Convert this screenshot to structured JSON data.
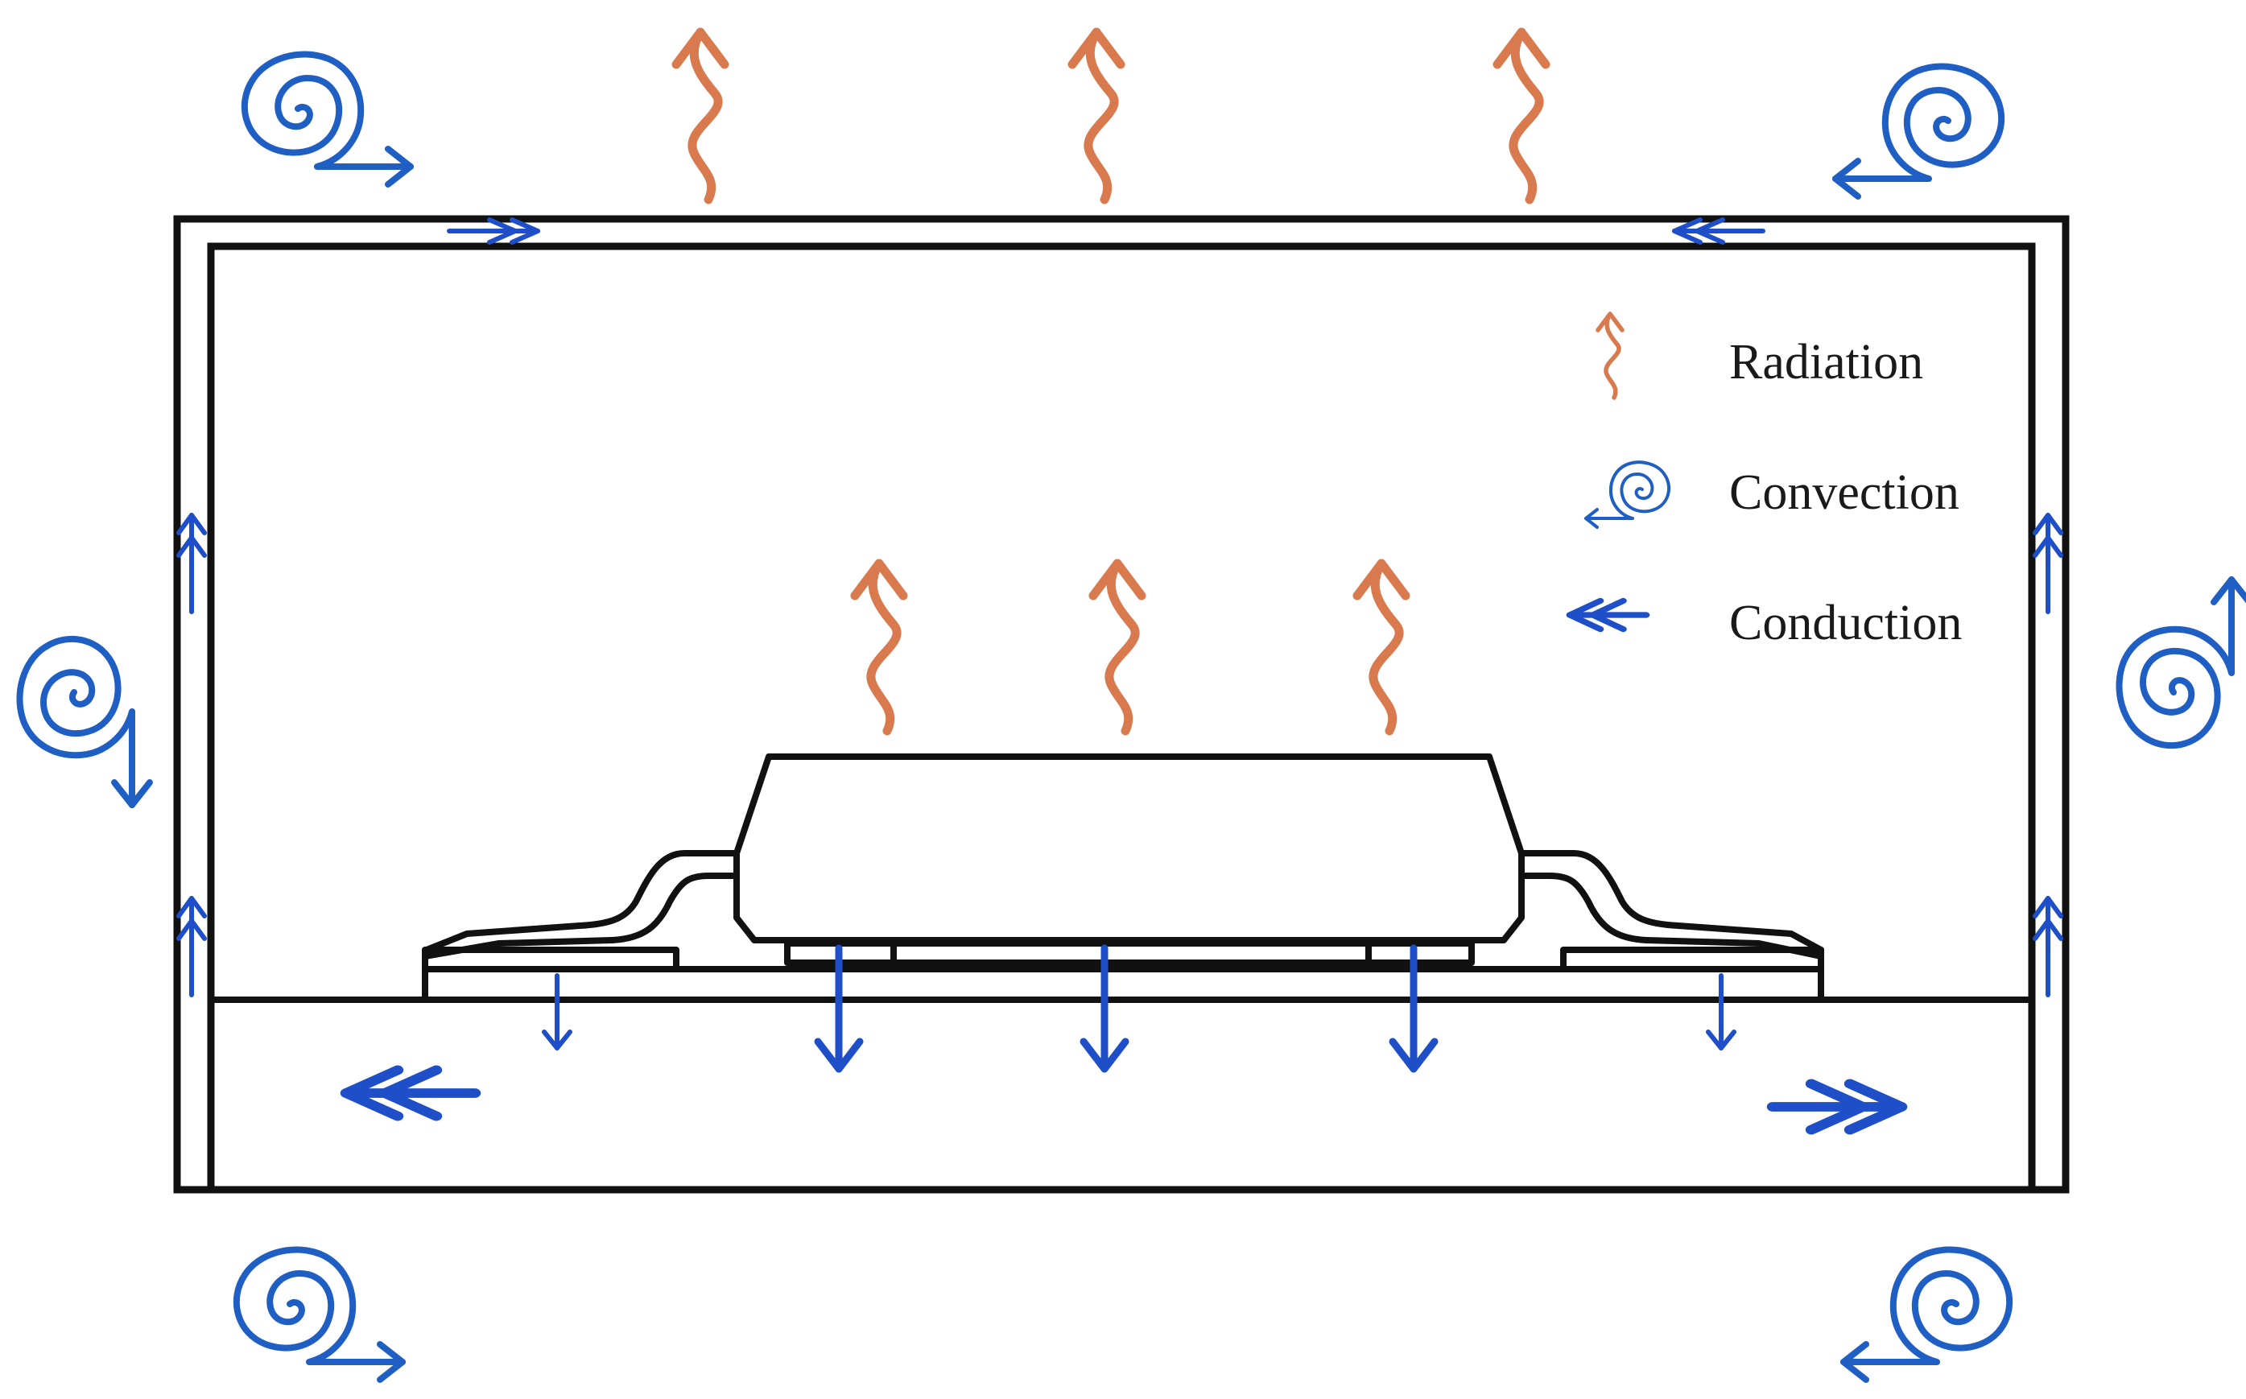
{
  "legend": {
    "radiation_label": "Radiation",
    "convection_label": "Convection",
    "conduction_label": "Conduction"
  },
  "colors": {
    "radiation": "#d97a4e",
    "convection": "#1f5fc4",
    "conduction": "#1f4fc8",
    "outline": "#111111"
  },
  "icons": {
    "radiation": "wavy-up-arrow-icon",
    "convection": "spiral-arrow-icon",
    "conduction": "double-arrow-icon"
  }
}
